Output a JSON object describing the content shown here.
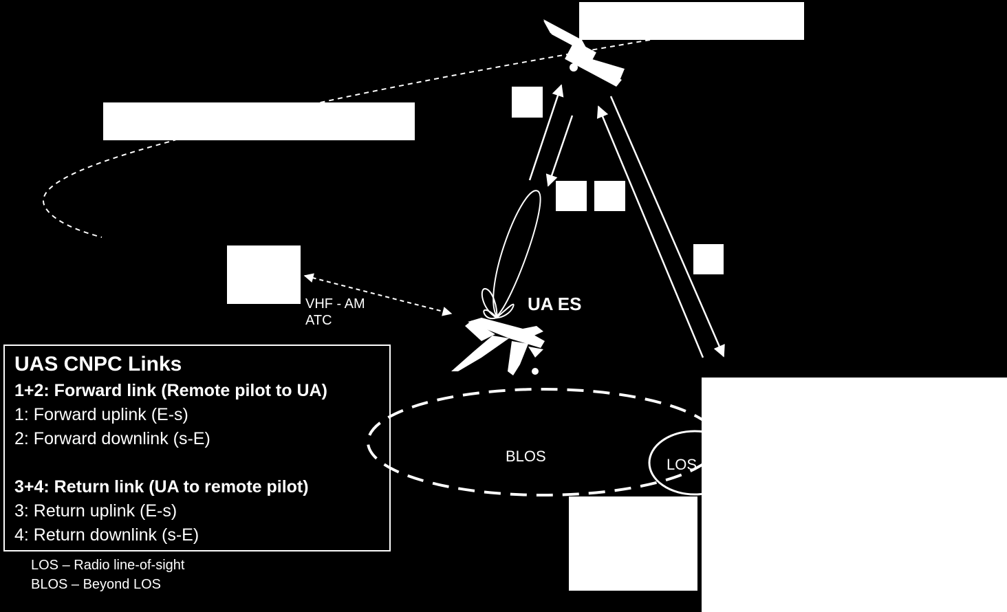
{
  "labels": {
    "ua_es": "UA ES",
    "vhf_am": "VHF - AM",
    "atc": "ATC",
    "blos": "BLOS",
    "los": "LOS"
  },
  "legend": {
    "title": "UAS CNPC Links",
    "forward_header": "1+2: Forward link (Remote pilot to UA)",
    "forward_uplink": "1: Forward uplink (E-s)",
    "forward_downlink": "2: Forward downlink (s-E)",
    "return_header": "3+4: Return link (UA to remote pilot)",
    "return_uplink": "3: Return uplink (E-s)",
    "return_downlink": "4: Return downlink (s-E)"
  },
  "notes": {
    "los_def": "LOS – Radio line-of-sight",
    "blos_def": "BLOS – Beyond LOS"
  },
  "icons": {
    "satellite": "satellite-icon",
    "aircraft": "aircraft-icon",
    "antenna_beam": "antenna-beam-icon"
  },
  "colors": {
    "background": "#000000",
    "foreground": "#ffffff"
  }
}
